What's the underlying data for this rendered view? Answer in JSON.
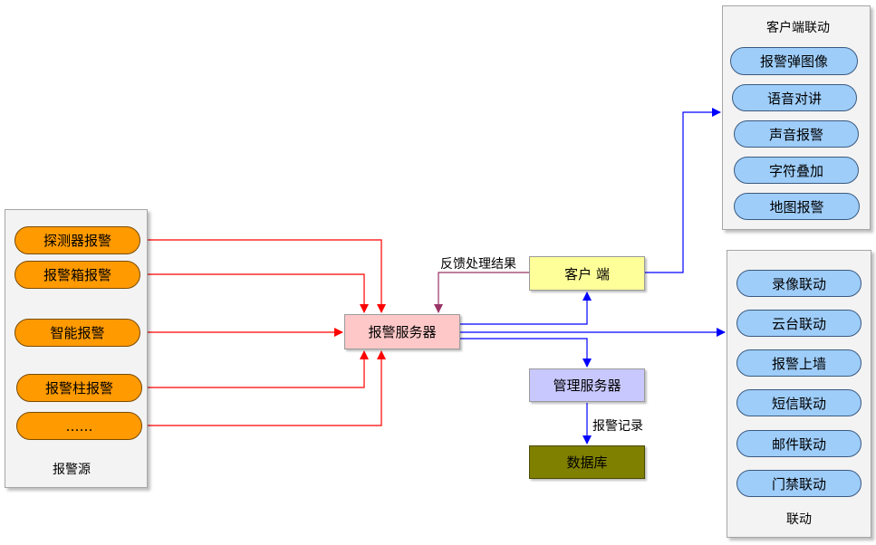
{
  "sources": {
    "title": "报警源",
    "items": [
      "探测器报警",
      "报警箱报警",
      "智能报警",
      "报警柱报警",
      "……"
    ]
  },
  "server": {
    "label": "报警服务器"
  },
  "client": {
    "label": "客户 端"
  },
  "manager": {
    "label": "管理服务器"
  },
  "database": {
    "label": "数据库"
  },
  "edge_labels": {
    "feedback": "反馈处理结果",
    "alarm_record": "报警记录"
  },
  "client_linkage": {
    "title": "客户端联动",
    "items": [
      "报警弹图像",
      "语音对讲",
      "声音报警",
      "字符叠加",
      "地图报警"
    ]
  },
  "linkage": {
    "title": "联动",
    "items": [
      "录像联动",
      "云台联动",
      "报警上墙",
      "短信联动",
      "邮件联动",
      "门禁联动"
    ]
  },
  "colors": {
    "source_pill": "#ff9a00",
    "linkage_pill": "#9ecdfa",
    "server_fill": "#ffc8c8",
    "client_fill": "#ffff99",
    "manager_fill": "#c8c8ff",
    "database_fill": "#7f7f00",
    "arrow_red": "#ff0000",
    "arrow_blue": "#0000ff",
    "arrow_feedback": "#993366"
  }
}
